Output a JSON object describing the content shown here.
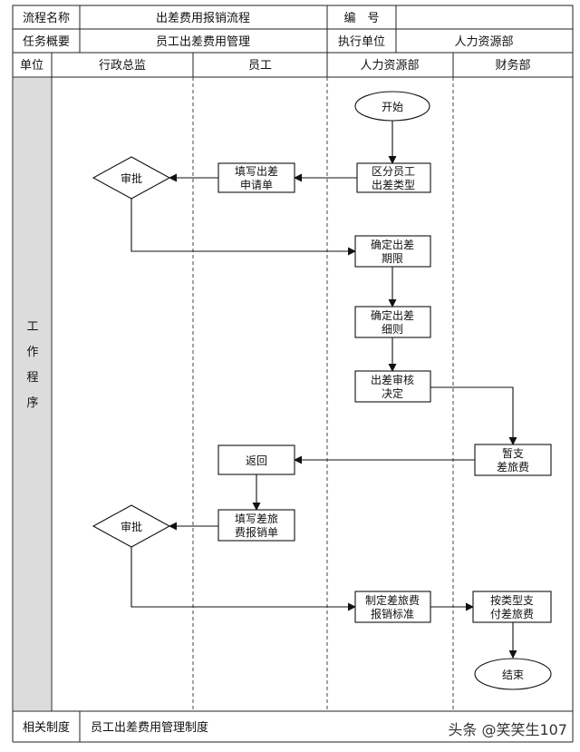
{
  "header": {
    "name_label": "流程名称",
    "name_value": "出差费用报销流程",
    "code_label": "编　号",
    "code_value": "",
    "summary_label": "任务概要",
    "summary_value": "员工出差费用管理",
    "exec_label": "执行单位",
    "exec_value": "人力资源部"
  },
  "columns": {
    "unit": "单位",
    "lanes": [
      "行政总监",
      "员工",
      "人力资源部",
      "财务部"
    ]
  },
  "side_label": [
    "工",
    "作",
    "程",
    "序"
  ],
  "nodes": {
    "start": "开始",
    "classify": [
      "区分员工",
      "出差类型"
    ],
    "fill_request": [
      "填写出差",
      "申请单"
    ],
    "approve1": "审批",
    "period": [
      "确定出差",
      "期限"
    ],
    "details": [
      "确定出差",
      "细则"
    ],
    "decision": [
      "出差审核",
      "决定"
    ],
    "advance": [
      "暂支",
      "差旅费"
    ],
    "return": "返回",
    "fill_claim": [
      "填写差旅",
      "费报销单"
    ],
    "approve2": "审批",
    "standard": [
      "制定差旅费",
      "报销标准"
    ],
    "pay": [
      "按类型支",
      "付差旅费"
    ],
    "end": "结束"
  },
  "footer": {
    "label": "相关制度",
    "value": "员工出差费用管理制度"
  },
  "watermark": "头条 @笑笑生107"
}
